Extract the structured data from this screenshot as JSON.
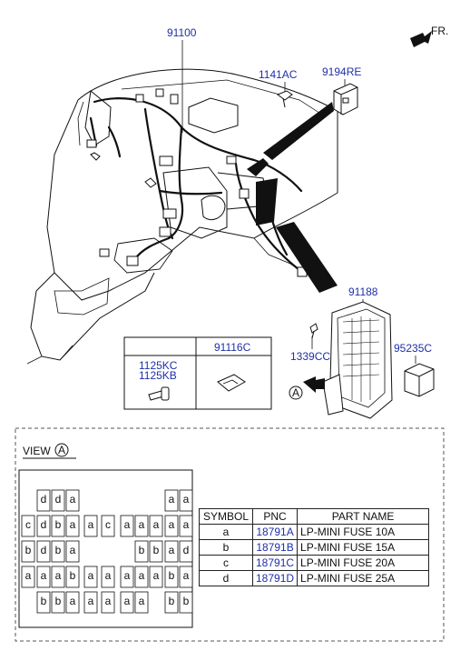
{
  "orientation": {
    "label": "FR."
  },
  "callouts": {
    "main_harness": "91100",
    "bolt": "1141AC",
    "connector_part": "9194RE",
    "junction_box": "91188",
    "screw": "1339CC",
    "relay": "95235C",
    "view_marker": "A"
  },
  "fastener_box": {
    "col1_line1": "1125KC",
    "col1_line2": "1125KB",
    "col2": "91116C"
  },
  "view": {
    "label": "VIEW",
    "marker": "A",
    "fuse_layout": [
      [
        "",
        "d",
        "d",
        "a",
        "",
        "",
        "",
        "",
        "",
        "a",
        "a"
      ],
      [
        "c",
        "d",
        "b",
        "a",
        "a",
        "c",
        "a",
        "a",
        "a",
        "a",
        "a"
      ],
      [
        "b",
        "d",
        "b",
        "a",
        "",
        "",
        "",
        "b",
        "b",
        "a",
        "d"
      ],
      [
        "a",
        "a",
        "a",
        "b",
        "a",
        "a",
        "a",
        "a",
        "a",
        "b",
        "a"
      ],
      [
        "",
        "b",
        "b",
        "a",
        "a",
        "a",
        "a",
        "a",
        "",
        "b",
        "b"
      ]
    ]
  },
  "parts_table": {
    "headers": [
      "SYMBOL",
      "PNC",
      "PART NAME"
    ],
    "rows": [
      {
        "symbol": "a",
        "pnc": "18791A",
        "name": "LP-MINI FUSE 10A"
      },
      {
        "symbol": "b",
        "pnc": "18791B",
        "name": "LP-MINI FUSE 15A"
      },
      {
        "symbol": "c",
        "pnc": "18791C",
        "name": "LP-MINI FUSE 20A"
      },
      {
        "symbol": "d",
        "pnc": "18791D",
        "name": "LP-MINI FUSE 25A"
      }
    ]
  },
  "colors": {
    "callout_text": "#1f2fa8",
    "line": "#111111"
  }
}
